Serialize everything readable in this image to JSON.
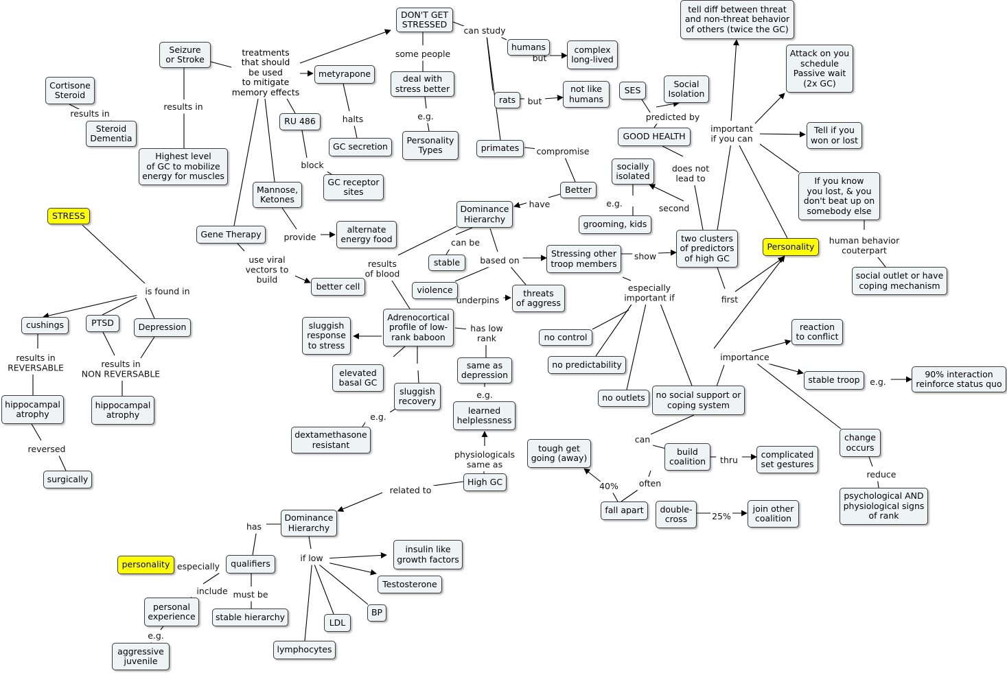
{
  "colors": {
    "node_fill": "#eef3f6",
    "highlight_fill": "#ffff00",
    "line": "#000000"
  },
  "nodes": {
    "cortisone": "Cortisone\nSteroid",
    "steroid_dementia": "Steroid\nDementia",
    "seizure": "Seizure\nor Stroke",
    "highest_gc": "Highest level\nof GC to mobilize\nenergy for muscles",
    "treatments": "treatments\nthat should\nbe used\nto mitigate\nmemory effects",
    "metyrapone": "metyrapone",
    "gc_secretion": "GC secretion",
    "ru486": "RU 486",
    "gc_receptor": "GC receptor\nsites",
    "mannose": "Mannose,\nKetones",
    "alt_energy": "alternate\nenergy food",
    "gene_therapy": "Gene Therapy",
    "better_cell": "better cell",
    "stress": "STRESS",
    "cushings": "cushings",
    "ptsd": "PTSD",
    "depression": "Depression",
    "hippo1": "hippocampal\natrophy",
    "hippo2": "hippocampal\natrophy",
    "surgically": "surgically",
    "dont_stressed": "DON'T GET\nSTRESSED",
    "humans": "humans",
    "complex": "complex\nlong-lived",
    "deal_stress": "deal with\nstress better",
    "personality_types": "Personality\nTypes",
    "rats": "rats",
    "not_like": "not like\nhumans",
    "primates": "primates",
    "better": "Better",
    "dom1": "Dominance\nHierarchy",
    "stable": "stable",
    "violence": "violence",
    "threats": "threats\nof aggress",
    "stressing": "Stressing other\ntroop members",
    "adreno": "Adrenocortical\nprofile of low-\nrank baboon",
    "sluggish_resp": "sluggish\nresponse\nto stress",
    "elevated": "elevated\nbasal GC",
    "sluggish_rec": "sluggish\nrecovery",
    "dexa": "dextamethasone\nresistant",
    "same_dep": "same as\ndepression",
    "learned": "learned\nhelplessness",
    "high_gc": "High GC",
    "dom2": "Dominance\nHierarchy",
    "qualifiers": "qualifiers",
    "personality_low": "personality",
    "personal_exp": "personal\nexperience",
    "stable_hier": "stable hierarchy",
    "aggressive": "aggressive\njuvenile",
    "insulin": "insulin like\ngrowth factors",
    "testosterone": "Testosterone",
    "bp": "BP",
    "ldl": "LDL",
    "lymphocytes": "lymphocytes",
    "ses": "SES",
    "social_iso": "Social\nIsolation",
    "good_health": "GOOD HEALTH",
    "socially_isolated": "socially\nisolated",
    "grooming": "grooming, kids",
    "two_clusters": "two clusters\nof predictors\nof high GC",
    "tell_diff": "tell diff between threat\nand non-threat behavior\nof others (twice the GC)",
    "attack": "Attack on you\nschedule\nPassive wait\n(2x GC)",
    "tell_won": "Tell if you\nwon or lost",
    "if_know": "If you know\nyou lost, & you\ndon't beat up on\nsomebody else",
    "personality_hl": "Personality",
    "social_outlet": "social outlet or have\ncoping mechanism",
    "no_control": "no control",
    "no_predict": "no predictability",
    "no_outlets": "no outlets",
    "no_support": "no social support or\ncoping system",
    "reaction": "reaction\nto conflict",
    "stable_troop": "stable troop",
    "ninety": "90% interaction\nreinforce status quo",
    "change": "change\noccurs",
    "psych": "psychological AND\nphysiological signs\nof rank",
    "tough": "tough get\ngoing (away)",
    "build": "build\ncoalition",
    "complicated": "complicated\nset gestures",
    "fall_apart": "fall apart",
    "double_cross": "double-\ncross",
    "join_other": "join other\ncoalition"
  },
  "links": {
    "results_in_1": "results in",
    "results_in_2": "results in",
    "is_found_in": "is found in",
    "results_in_reversable": "results in\nREVERSABLE",
    "results_in_nonrev": "results in\nNON REVERSABLE",
    "reversed": "reversed",
    "halts": "halts",
    "block": "block",
    "provide": "provide",
    "use_viral": "use viral\nvectors to\nbuild",
    "can_study": "can study",
    "some_people": "some people",
    "eg_1": "e.g.",
    "but_1": "but",
    "but_2": "but",
    "compromise": "compromise",
    "have": "have",
    "can_be": "can be",
    "based_on": "based on",
    "underpins": "underpins",
    "results_of_blood": "results\nof blood",
    "has_low_rank": "has low\nrank",
    "eg_2": "e.g.",
    "eg_3": "e.g.",
    "physiologicals": "physiologicals\nsame as",
    "related_to": "related to",
    "has": "has",
    "especially_1": "especially",
    "include": "include",
    "must_be": "must be",
    "eg_4": "e.g.",
    "if_low": "if low",
    "predicted_by": "predicted by",
    "does_not_lead": "does not\nlead to",
    "second": "second",
    "eg_5": "e.g.",
    "show": "show",
    "first": "first",
    "important_if_you_can": "important\nif you can",
    "human_behavior": "human behavior\ncouterpart",
    "especially_important": "especially\nimportant if",
    "importance": "importance",
    "eg_6": "e.g.",
    "reduce": "reduce",
    "can": "can",
    "thru": "thru",
    "often": "often",
    "forty": "40%",
    "twentyfive": "25%"
  }
}
